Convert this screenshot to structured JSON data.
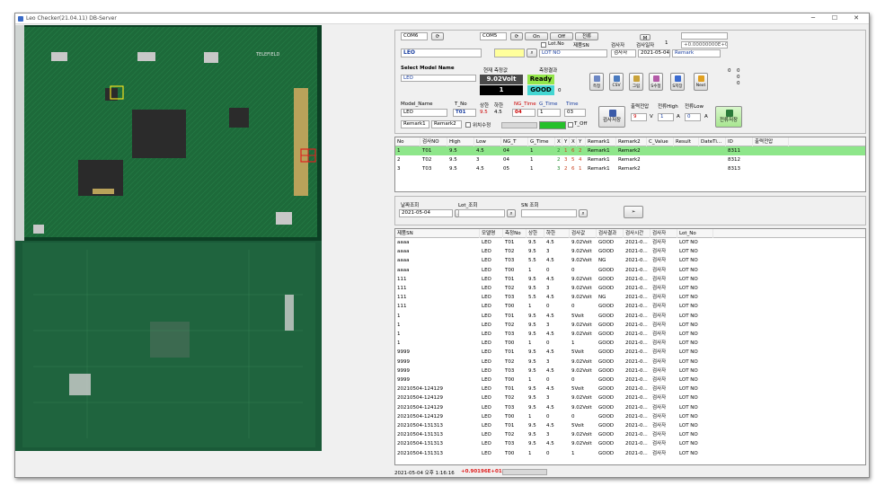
{
  "window": {
    "title": "Leo Checker(21.04.11) DB-Server",
    "min": "─",
    "max": "☐",
    "close": "✕"
  },
  "com": {
    "port_a": "COM6",
    "port_b": "COM5",
    "on": "On",
    "off": "Off",
    "power": "전류",
    "m_label": "M",
    "readout": "+0.00000000E+00",
    "inspector_no": "1"
  },
  "product": {
    "model": "LEO",
    "lot_no_label": "Lot.No",
    "lot_no_value": "LOT NO",
    "serial_label": "제품SN",
    "inspector_label": "검사자",
    "inspector_value": "검사자",
    "date_label": "검사일자",
    "date_value": "2021-05-04",
    "remark_value": "Remark"
  },
  "measure": {
    "select_model_label": "Select Model Name",
    "select_model_value": "LEO",
    "current_label": "현재 측정값",
    "result_label": "측정결과",
    "voltage": "9.02Volt",
    "count": "1",
    "ready": "Ready",
    "good": "GOOD",
    "good_count": "0",
    "c1a": "0",
    "c1b": "0",
    "c2a": "0",
    "c2b": "0"
  },
  "toolbar": [
    {
      "label": "측정",
      "color": "#6c87c4"
    },
    {
      "label": "CSV",
      "color": "#4a7abf"
    },
    {
      "label": "그림",
      "color": "#c9a23a"
    },
    {
      "label": "S수정",
      "color": "#b45aa8"
    },
    {
      "label": "S저장",
      "color": "#3b6bd0"
    },
    {
      "label": "Next",
      "color": "#e0a020"
    }
  ],
  "params": {
    "model_name_label": "Model_Name",
    "model_name": "LEO",
    "tno_label": "T_No",
    "tno": "T01",
    "upper_label": "상한",
    "upper": "9.5",
    "lower_label": "하한",
    "lower": "4.5",
    "ng_time_label": "NG_Time",
    "ng_time": "04",
    "g_time_label": "G_Time",
    "g_time": "1",
    "time_label": "Time",
    "time": "03",
    "remark1": "Remark1",
    "remark2": "Remark2",
    "position_label": "위치수정",
    "toff_label": "T_Off",
    "save_label": "검사저장",
    "out_v_label": "출력전압",
    "out_v": "9",
    "v_unit": "V",
    "i_high_label": "전류High",
    "i_high": "1",
    "a_unit": "A",
    "i_low_label": "전류Low",
    "i_low": "0",
    "current_save": "전류저장"
  },
  "step_table": {
    "headers": [
      "No",
      "검사NO",
      "High",
      "Low",
      "NG_T",
      "G_Time",
      "X",
      "Y",
      "X",
      "Y",
      "Remark1",
      "Remark2",
      "C_Value",
      "Result",
      "DateTi...",
      "ID",
      "출력전압"
    ],
    "rows": [
      [
        "1",
        "T01",
        "9.5",
        "4.5",
        "04",
        "1",
        "2",
        "1",
        "6",
        "2",
        "Remark1",
        "Remark2",
        "",
        "",
        "",
        "8311",
        ""
      ],
      [
        "2",
        "T02",
        "9.5",
        "3",
        "04",
        "1",
        "2",
        "3",
        "5",
        "4",
        "Remark1",
        "Remark2",
        "",
        "",
        "",
        "8312",
        ""
      ],
      [
        "3",
        "T03",
        "9.5",
        "4.5",
        "05",
        "1",
        "3",
        "2",
        "6",
        "1",
        "Remark1",
        "Remark2",
        "",
        "",
        "",
        "8313",
        ""
      ]
    ]
  },
  "search": {
    "date_label": "날짜조회",
    "date_value": "2021-05-04",
    "lot_label": "Lot_조회",
    "sn_label": "SN 조회"
  },
  "log_table": {
    "headers": [
      "제품SN",
      "모델명",
      "측정No",
      "상한",
      "하한",
      "검사값",
      "검사결과",
      "검사시간",
      "검사자",
      "Lot_No"
    ],
    "rows": [
      [
        "aaaa",
        "LEO",
        "T01",
        "9.5",
        "4.5",
        "9.02Volt",
        "GOOD",
        "2021-0...",
        "검사자",
        "LOT NO"
      ],
      [
        "aaaa",
        "LEO",
        "T02",
        "9.5",
        "3",
        "9.02Volt",
        "GOOD",
        "2021-0...",
        "검사자",
        "LOT NO"
      ],
      [
        "aaaa",
        "LEO",
        "T03",
        "5.5",
        "4.5",
        "9.02Volt",
        "NG",
        "2021-0...",
        "검사자",
        "LOT NO"
      ],
      [
        "aaaa",
        "LEO",
        "T00",
        "1",
        "0",
        "0",
        "GOOD",
        "2021-0...",
        "검사자",
        "LOT NO"
      ],
      [
        "111",
        "LEO",
        "T01",
        "9.5",
        "4.5",
        "9.02Volt",
        "GOOD",
        "2021-0...",
        "검사자",
        "LOT NO"
      ],
      [
        "111",
        "LEO",
        "T02",
        "9.5",
        "3",
        "9.02Volt",
        "GOOD",
        "2021-0...",
        "검사자",
        "LOT NO"
      ],
      [
        "111",
        "LEO",
        "T03",
        "5.5",
        "4.5",
        "9.02Volt",
        "NG",
        "2021-0...",
        "검사자",
        "LOT NO"
      ],
      [
        "111",
        "LEO",
        "T00",
        "1",
        "0",
        "0",
        "GOOD",
        "2021-0...",
        "검사자",
        "LOT NO"
      ],
      [
        "1",
        "LEO",
        "T01",
        "9.5",
        "4.5",
        "5Volt",
        "GOOD",
        "2021-0...",
        "검사자",
        "LOT NO"
      ],
      [
        "1",
        "LEO",
        "T02",
        "9.5",
        "3",
        "9.02Volt",
        "GOOD",
        "2021-0...",
        "검사자",
        "LOT NO"
      ],
      [
        "1",
        "LEO",
        "T03",
        "9.5",
        "4.5",
        "9.02Volt",
        "GOOD",
        "2021-0...",
        "검사자",
        "LOT NO"
      ],
      [
        "1",
        "LEO",
        "T00",
        "1",
        "0",
        "1",
        "GOOD",
        "2021-0...",
        "검사자",
        "LOT NO"
      ],
      [
        "9999",
        "LEO",
        "T01",
        "9.5",
        "4.5",
        "5Volt",
        "GOOD",
        "2021-0...",
        "검사자",
        "LOT NO"
      ],
      [
        "9999",
        "LEO",
        "T02",
        "9.5",
        "3",
        "9.02Volt",
        "GOOD",
        "2021-0...",
        "검사자",
        "LOT NO"
      ],
      [
        "9999",
        "LEO",
        "T03",
        "9.5",
        "4.5",
        "9.02Volt",
        "GOOD",
        "2021-0...",
        "검사자",
        "LOT NO"
      ],
      [
        "9999",
        "LEO",
        "T00",
        "1",
        "0",
        "0",
        "GOOD",
        "2021-0...",
        "검사자",
        "LOT NO"
      ],
      [
        "20210504-124129",
        "LEO",
        "T01",
        "9.5",
        "4.5",
        "5Volt",
        "GOOD",
        "2021-0...",
        "검사자",
        "LOT NO"
      ],
      [
        "20210504-124129",
        "LEO",
        "T02",
        "9.5",
        "3",
        "9.02Volt",
        "GOOD",
        "2021-0...",
        "검사자",
        "LOT NO"
      ],
      [
        "20210504-124129",
        "LEO",
        "T03",
        "9.5",
        "4.5",
        "9.02Volt",
        "GOOD",
        "2021-0...",
        "검사자",
        "LOT NO"
      ],
      [
        "20210504-124129",
        "LEO",
        "T00",
        "1",
        "0",
        "0",
        "GOOD",
        "2021-0...",
        "검사자",
        "LOT NO"
      ],
      [
        "20210504-131313",
        "LEO",
        "T01",
        "9.5",
        "4.5",
        "5Volt",
        "GOOD",
        "2021-0...",
        "검사자",
        "LOT NO"
      ],
      [
        "20210504-131313",
        "LEO",
        "T02",
        "9.5",
        "3",
        "9.02Volt",
        "GOOD",
        "2021-0...",
        "검사자",
        "LOT NO"
      ],
      [
        "20210504-131313",
        "LEO",
        "T03",
        "9.5",
        "4.5",
        "9.02Volt",
        "GOOD",
        "2021-0...",
        "검사자",
        "LOT NO"
      ],
      [
        "20210504-131313",
        "LEO",
        "T00",
        "1",
        "0",
        "1",
        "GOOD",
        "2021-0...",
        "검사자",
        "LOT NO"
      ]
    ]
  },
  "status": {
    "datetime": "2021-05-04 오후 1:16:16",
    "reading": "+0.90196E+01"
  },
  "pcb_label": "TELEFIELD"
}
